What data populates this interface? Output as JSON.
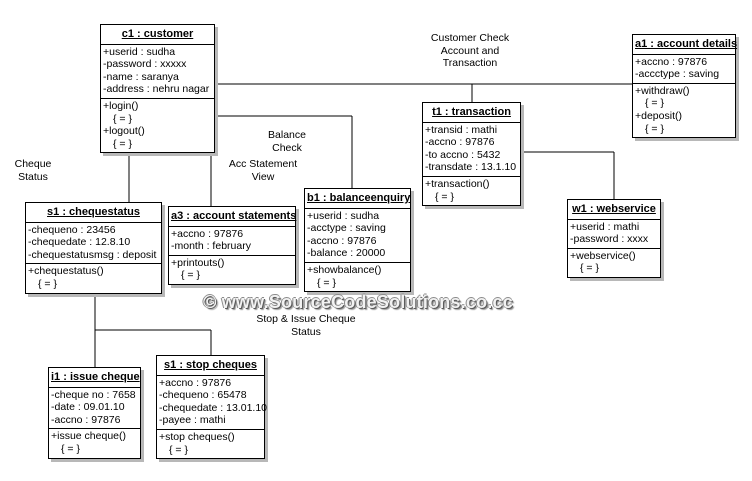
{
  "objects": {
    "customer": {
      "title": "c1 : customer",
      "attrs": [
        "+userid : sudha",
        "-password : xxxxx",
        "-name : saranya",
        "-address : nehru nagar"
      ],
      "ops": [
        [
          "+login()",
          "{ = }"
        ],
        [
          "+logout()",
          "{ = }"
        ]
      ]
    },
    "account_details": {
      "title": "a1 : account details",
      "attrs": [
        "+accno : 97876",
        "-accctype : saving"
      ],
      "ops": [
        [
          "+withdraw()",
          "{ = }"
        ],
        [
          "+deposit()",
          "{ = }"
        ]
      ]
    },
    "transaction": {
      "title": "t1 : transaction",
      "attrs": [
        "+transid : mathi",
        "-accno : 97876",
        "-to accno : 5432",
        "-transdate : 13.1.10"
      ],
      "ops": [
        [
          "+transaction()",
          "{ = }"
        ]
      ]
    },
    "chequestatus": {
      "title": "s1 : chequestatus",
      "attrs": [
        "-chequeno : 23456",
        "-chequedate : 12.8.10",
        "-chequestatusmsg : deposit"
      ],
      "ops": [
        [
          "+chequestatus()",
          "{ = }"
        ]
      ]
    },
    "account_statements": {
      "title": "a3 : account statements",
      "attrs": [
        "+accno : 97876",
        "-month : february"
      ],
      "ops": [
        [
          "+printouts()",
          "{ = }"
        ]
      ]
    },
    "balanceenquiry": {
      "title": "b1 : balanceenquiry",
      "attrs": [
        "+userid : sudha",
        "-acctype : saving",
        "-accno : 97876",
        "-balance : 20000"
      ],
      "ops": [
        [
          "+showbalance()",
          "{ = }"
        ]
      ]
    },
    "webservice": {
      "title": "w1 : webservice",
      "attrs": [
        "+userid : mathi",
        "-password : xxxx"
      ],
      "ops": [
        [
          "+webservice()",
          "{ = }"
        ]
      ]
    },
    "issue_cheque": {
      "title": "i1 : issue cheque",
      "attrs": [
        "-cheque no : 7658",
        "-date : 09.01.10",
        "-accno : 97876"
      ],
      "ops": [
        [
          "+issue cheque()",
          "{ = }"
        ]
      ]
    },
    "stop_cheques": {
      "title": "s1 : stop cheques",
      "attrs": [
        "+accno : 97876",
        "-chequeno : 65478",
        "-chequedate : 13.01.10",
        "-payee : mathi"
      ],
      "ops": [
        [
          "+stop cheques()",
          "{ = }"
        ]
      ]
    }
  },
  "labels": {
    "customer_check": [
      "Customer Check",
      "Account and",
      "Transaction"
    ],
    "balance_check": [
      "Balance",
      "Check"
    ],
    "acc_statement_view": [
      "Acc Statement",
      "View"
    ],
    "cheque_status": [
      "Cheque",
      "Status"
    ],
    "stop_issue": [
      "Stop & Issue Cheque",
      "Status"
    ]
  },
  "watermark": "© www.SourceCodeSolutions.co.cc"
}
